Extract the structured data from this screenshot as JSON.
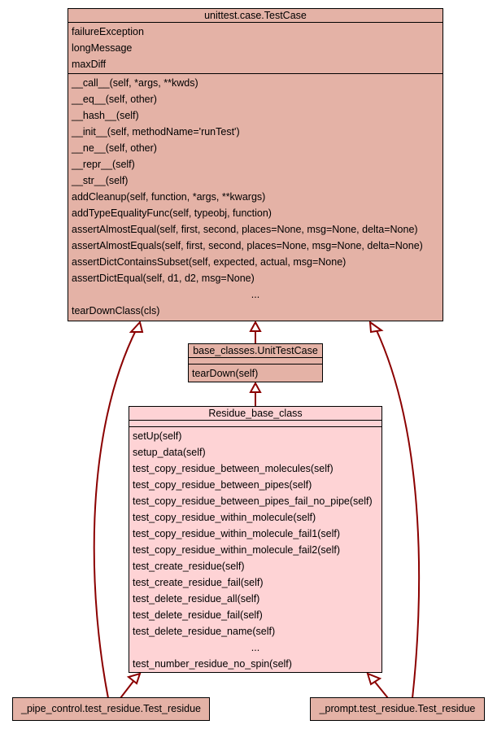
{
  "colors": {
    "base_fill": "#e4b2a6",
    "residue_fill": "#fed3d5",
    "edge": "#8b0000",
    "border": "#000000"
  },
  "testcase": {
    "name": "unittest.case.TestCase",
    "attributes": [
      "failureException",
      "longMessage",
      "maxDiff"
    ],
    "methods": [
      "__call__(self, *args, **kwds)",
      "__eq__(self, other)",
      "__hash__(self)",
      "__init__(self, methodName='runTest')",
      "__ne__(self, other)",
      "__repr__(self)",
      "__str__(self)",
      "addCleanup(self, function, *args, **kwargs)",
      "addTypeEqualityFunc(self, typeobj, function)",
      "assertAlmostEqual(self, first, second, places=None, msg=None, delta=None)",
      "assertAlmostEquals(self, first, second, places=None, msg=None, delta=None)",
      "assertDictContainsSubset(self, expected, actual, msg=None)",
      "assertDictEqual(self, d1, d2, msg=None)"
    ],
    "ellipsis": "...",
    "last_method": "tearDownClass(cls)"
  },
  "unittestcase": {
    "name": "base_classes.UnitTestCase",
    "methods": [
      "tearDown(self)"
    ]
  },
  "residue_base": {
    "name": "Residue_base_class",
    "methods": [
      "setUp(self)",
      "setup_data(self)",
      "test_copy_residue_between_molecules(self)",
      "test_copy_residue_between_pipes(self)",
      "test_copy_residue_between_pipes_fail_no_pipe(self)",
      "test_copy_residue_within_molecule(self)",
      "test_copy_residue_within_molecule_fail1(self)",
      "test_copy_residue_within_molecule_fail2(self)",
      "test_create_residue(self)",
      "test_create_residue_fail(self)",
      "test_delete_residue_all(self)",
      "test_delete_residue_fail(self)",
      "test_delete_residue_name(self)"
    ],
    "ellipsis": "...",
    "last_method": "test_number_residue_no_spin(self)"
  },
  "pipe_control": {
    "name": "_pipe_control.test_residue.Test_residue"
  },
  "prompt": {
    "name": "_prompt.test_residue.Test_residue"
  }
}
